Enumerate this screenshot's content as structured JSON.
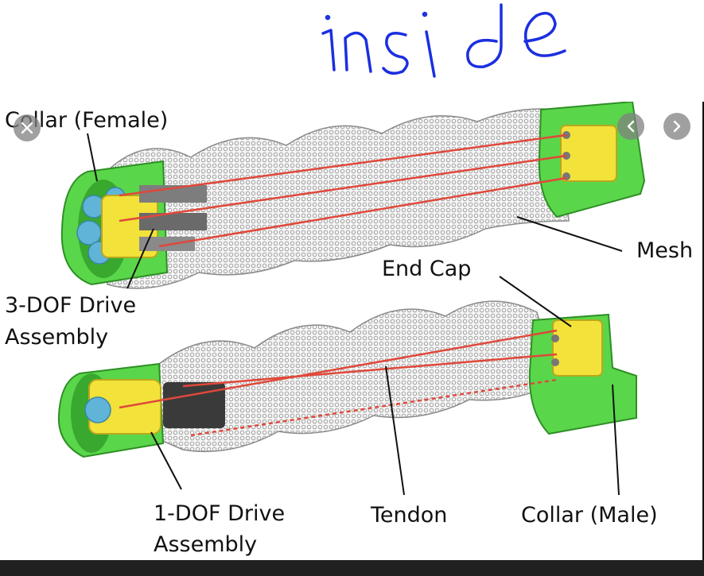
{
  "handwritten_note": "inside",
  "labels": {
    "collar_female": "Collar (Female)",
    "mesh": "Mesh",
    "end_cap": "End Cap",
    "three_dof_line1": "3-DOF Drive",
    "three_dof_line2": "Assembly",
    "tendon": "Tendon",
    "one_dof_line1": "1-DOF Drive",
    "one_dof_line2": "Assembly",
    "collar_male": "Collar (Male)"
  },
  "viewer_controls": {
    "close": "close-icon",
    "previous": "chevron-left-icon",
    "next": "chevron-right-icon"
  },
  "colors": {
    "collar_green": "#5ad64a",
    "mesh_gray": "#9a9a9a",
    "tendon_red": "#e0483a",
    "drive_yellow": "#f2e23a",
    "drive_blue": "#5fb4d8",
    "motor_dark": "#3a3a3a",
    "handwriting_blue": "#1b2fe0"
  }
}
